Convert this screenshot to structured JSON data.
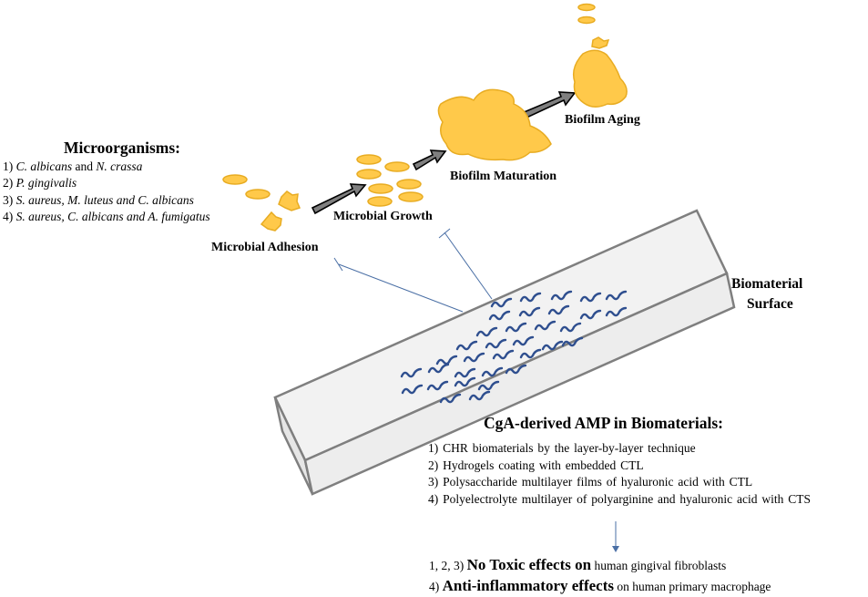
{
  "microorganisms": {
    "title": "Microorganisms:",
    "items": [
      {
        "num": "1)",
        "parts": [
          {
            "t": "C. albicans",
            "i": true
          },
          {
            "t": " and ",
            "i": false
          },
          {
            "t": "N. crassa",
            "i": true
          }
        ]
      },
      {
        "num": "2)",
        "parts": [
          {
            "t": "P. gingivalis",
            "i": true
          }
        ]
      },
      {
        "num": "3)",
        "parts": [
          {
            "t": "S. aureus, M. luteus and C. albicans",
            "i": true
          }
        ]
      },
      {
        "num": "4)",
        "parts": [
          {
            "t": "S. aureus, C. albicans and A. fumigatus",
            "i": true
          }
        ]
      }
    ]
  },
  "stages": {
    "adhesion": "Microbial Adhesion",
    "growth": "Microbial Growth",
    "maturation": "Biofilm Maturation",
    "aging": "Biofilm Aging"
  },
  "surface": {
    "line1": "Biomaterial",
    "line2": "Surface"
  },
  "cga": {
    "title": "CgA-derived AMP in Biomaterials:",
    "items": [
      "1) CHR biomaterials  by the layer-by-layer  technique",
      "2) Hydrogels  coating  with  embedded  CTL",
      "3) Polysaccharide  multilayer  films  of  hyaluronic  acid  with  CTL",
      "4) Polyelectrolyte  multilayer  of  polyarginine  and  hyaluronic  acid  with  CTS"
    ]
  },
  "outcomes": [
    {
      "prefix": "1, 2, 3)",
      "bold": "No Toxic effects on",
      "rest": "human  gingival  fibroblasts"
    },
    {
      "prefix": "4)",
      "bold": "Anti-inflammatory effects",
      "rest": "on human  primary  macrophage"
    }
  ],
  "colors": {
    "microbe_fill": "#FFC94A",
    "microbe_stroke": "#E8AC22",
    "squiggle": "#2F4F8F",
    "surface_fill": "#F2F2F2",
    "surface_stroke": "#7F7F7F",
    "arrow_fill": "#7F7F7F",
    "inhibit_line": "#4A6FA5"
  }
}
